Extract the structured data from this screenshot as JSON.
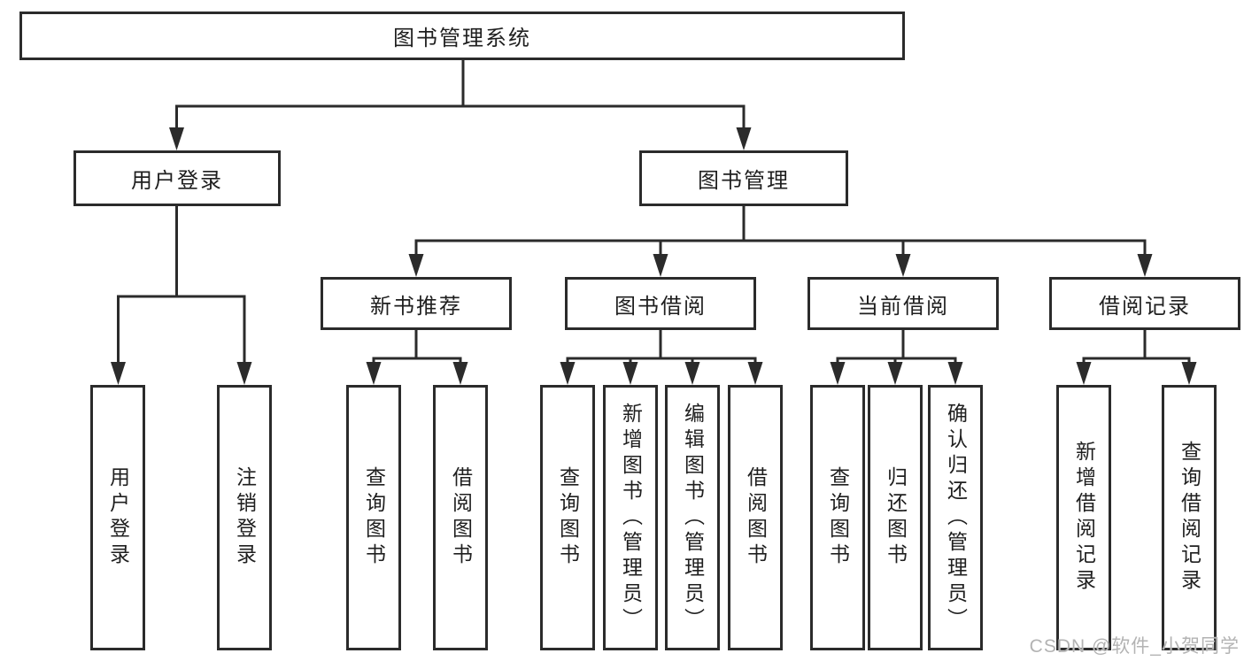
{
  "tree": {
    "root": "图书管理系统",
    "branches": [
      {
        "label": "用户登录",
        "children": [
          "用户登录",
          "注销登录"
        ]
      },
      {
        "label": "图书管理",
        "groups": [
          {
            "label": "新书推荐",
            "children": [
              "查询图书",
              "借阅图书"
            ]
          },
          {
            "label": "图书借阅",
            "children": [
              "查询图书",
              "新增图书（管理员）",
              "编辑图书（管理员）",
              "借阅图书"
            ]
          },
          {
            "label": "当前借阅",
            "children": [
              "查询图书",
              "归还图书",
              "确认归还（管理员）"
            ]
          },
          {
            "label": "借阅记录",
            "children": [
              "新增借阅记录",
              "查询借阅记录"
            ]
          }
        ]
      }
    ]
  },
  "watermark": {
    "text": "CSDN @软件_小贺同学"
  },
  "colors": {
    "line": "#2b2b2b",
    "text": "#1f1f1f",
    "background": "#ffffff",
    "watermark": "#b3b3b3"
  }
}
